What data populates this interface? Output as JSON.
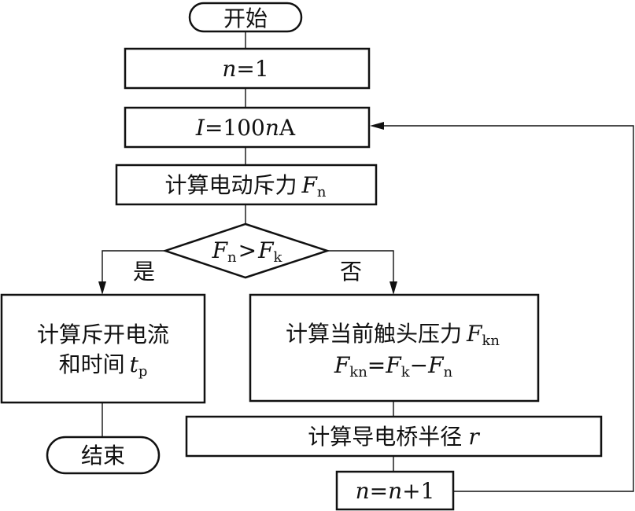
{
  "start": "开始",
  "n_init": {
    "var": "n",
    "eq": "=1"
  },
  "current": {
    "var": "I",
    "eq": "=100",
    "var2": "n",
    "unit": "A"
  },
  "calc_force": {
    "label": "计算电动斥力",
    "var": "F",
    "sub": "n"
  },
  "decision": {
    "var1": "F",
    "sub1": "n",
    "op": ">",
    "var2": "F",
    "sub2": "k"
  },
  "yes_label": "是",
  "no_label": "否",
  "yes_box": {
    "line1": "计算斥开电流",
    "line2": "和时间",
    "var": "t",
    "sub": "p"
  },
  "no_box": {
    "line1": "计算当前触头压力",
    "var": "F",
    "sub": "kn",
    "f_var": "F",
    "f_sub": "kn",
    "eq": "=",
    "f_var2": "F",
    "f_sub2": "k",
    "minus": "−",
    "f_var3": "F",
    "f_sub3": "n"
  },
  "bridge_radius": {
    "label": "计算导电桥半径",
    "var": "r"
  },
  "increment": {
    "var": "n",
    "eq": "=",
    "var2": "n",
    "rest": "+1"
  },
  "end": "结束",
  "colors": {
    "line": "#111111",
    "background": "#ffffff"
  }
}
